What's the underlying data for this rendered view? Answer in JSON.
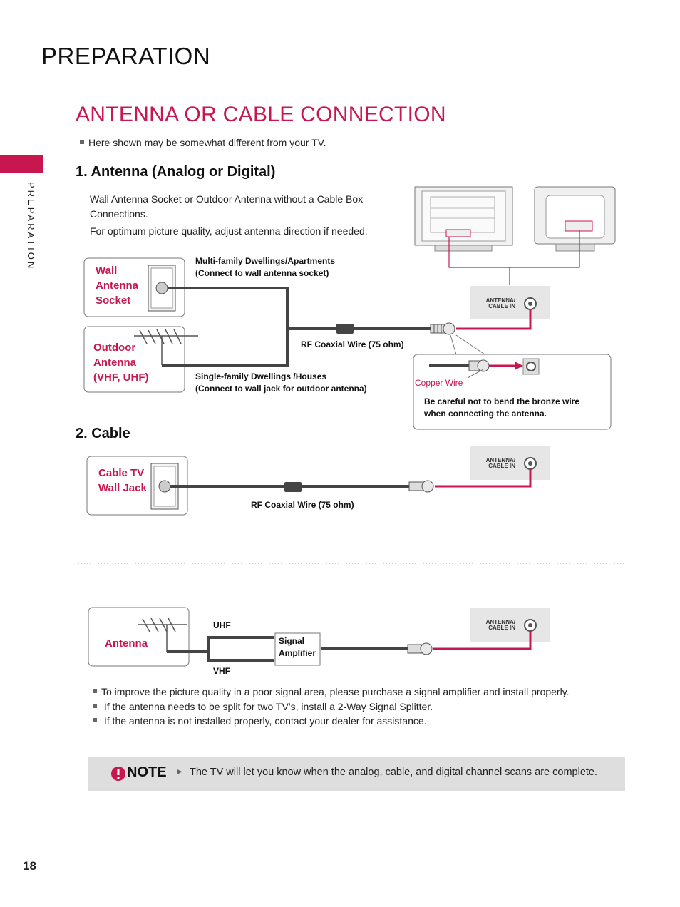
{
  "header": {
    "section": "PREPARATION"
  },
  "title": "ANTENNA OR CABLE CONNECTION",
  "intro_note": "Here shown may be somewhat different from your TV.",
  "side_tab": "PREPARATION",
  "section1": {
    "heading": "1. Antenna (Analog or Digital)",
    "text1": "Wall Antenna Socket or Outdoor Antenna without a Cable Box Connections.",
    "text2": "For optimum picture quality, adjust antenna direction if needed.",
    "wall_label": [
      "Wall",
      "Antenna",
      "Socket"
    ],
    "outdoor_label": [
      "Outdoor",
      "Antenna",
      "(VHF, UHF)"
    ],
    "multi_family": [
      "Multi-family Dwellings/Apartments",
      "(Connect to wall antenna socket)"
    ],
    "single_family": [
      "Single-family Dwellings /Houses",
      "(Connect to wall jack for outdoor antenna)"
    ],
    "rf_label": "RF Coaxial Wire (75 ohm)",
    "copper_label": "Copper Wire",
    "caution": [
      "Be careful not to bend the bronze wire",
      "when connecting the antenna."
    ],
    "port": [
      "ANTENNA/",
      "CABLE IN"
    ]
  },
  "section2": {
    "heading": "2. Cable",
    "jack_label": [
      "Cable TV",
      "Wall Jack"
    ],
    "rf_label": "RF Coaxial Wire (75 ohm)",
    "port": [
      "ANTENNA/",
      "CABLE IN"
    ]
  },
  "section3": {
    "antenna_label": "Antenna",
    "uhf": "UHF",
    "vhf": "VHF",
    "amp": [
      "Signal",
      "Amplifier"
    ],
    "port": [
      "ANTENNA/",
      "CABLE IN"
    ]
  },
  "bullets": [
    "To improve the picture quality in a poor signal area, please purchase a signal amplifier and install properly.",
    "If the antenna needs to be split for two TV’s, install a 2-Way Signal Splitter.",
    "If the antenna is not installed properly, contact your dealer for assistance."
  ],
  "note": {
    "label": "NOTE",
    "text": "The TV will let you know when the analog, cable, and digital channel scans are complete."
  },
  "page_number": "18",
  "colors": {
    "accent": "#c8174f",
    "cable": "#444444",
    "note_bg": "#dedede"
  },
  "icons": [
    "alert-icon",
    "arrow-right-icon",
    "antenna-icon",
    "wall-socket-icon",
    "tv-rear-icon",
    "coax-connector-icon"
  ]
}
